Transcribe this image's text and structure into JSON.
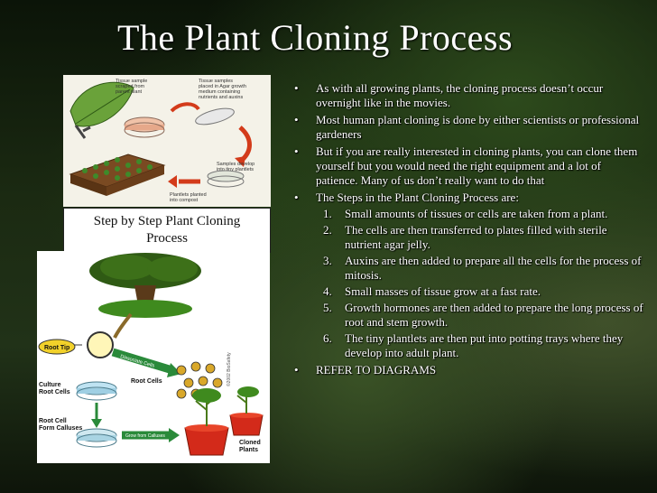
{
  "slide": {
    "title": "The Plant Cloning Process",
    "caption": "Step by Step Plant Cloning Process",
    "colors": {
      "title": "#ffffff",
      "text": "#ffffff",
      "background": "#1b2a12"
    }
  },
  "diagram_top": {
    "labels": {
      "tissue_scraped": [
        "Tissue sample",
        "scraped from",
        "parent plant"
      ],
      "tissue_placed": [
        "Tissue samples",
        "placed in Agar growth",
        "medium containing",
        "nutrients and auxins"
      ],
      "samples_develop": [
        "Samples develop",
        "into tiny plantlets"
      ],
      "plantlets_planted": [
        "Plantlets planted",
        "into compost"
      ]
    }
  },
  "diagram_bottom": {
    "labels": {
      "root_tip": "Root Tip",
      "dissociate_cells": "Dissociate Cells",
      "root_cells": "Root Cells",
      "culture_root_cells": [
        "Culture",
        "Root Cells"
      ],
      "root_cell_form_calluses": [
        "Root Cell",
        "Form Calluses"
      ],
      "grow_from_calluses": "Grow from Calluses",
      "cloned_plants": [
        "Cloned",
        "Plants"
      ],
      "copyright": "©2002 BioSafety"
    }
  },
  "content": {
    "bullet_marker": "•",
    "bullets": [
      "As with all growing plants, the cloning process doesn’t occur overnight like in the movies.",
      "Most human plant cloning is done by either scientists or professional gardeners",
      "But if you are really interested in cloning plants, you can clone them yourself but you would need the right equipment and a lot of patience. Many of us don’t really want to do that",
      "The Steps in the Plant Cloning Process are:"
    ],
    "steps": [
      {
        "num": "1.",
        "text": "Small amounts of tissues or cells are taken from a plant."
      },
      {
        "num": "2.",
        "text": "The cells are then transferred to plates filled with sterile nutrient agar jelly."
      },
      {
        "num": "3.",
        "text": "Auxins are then added to prepare all the cells for the process of mitosis."
      },
      {
        "num": "4.",
        "text": "Small masses of tissue grow at a fast rate."
      },
      {
        "num": "5.",
        "text": "Growth hormones are then added to prepare the long process of root and stem growth."
      },
      {
        "num": "6.",
        "text": "The tiny plantlets are then put into potting trays where they develop into adult plant."
      }
    ],
    "final_bullet": "REFER TO DIAGRAMS"
  }
}
